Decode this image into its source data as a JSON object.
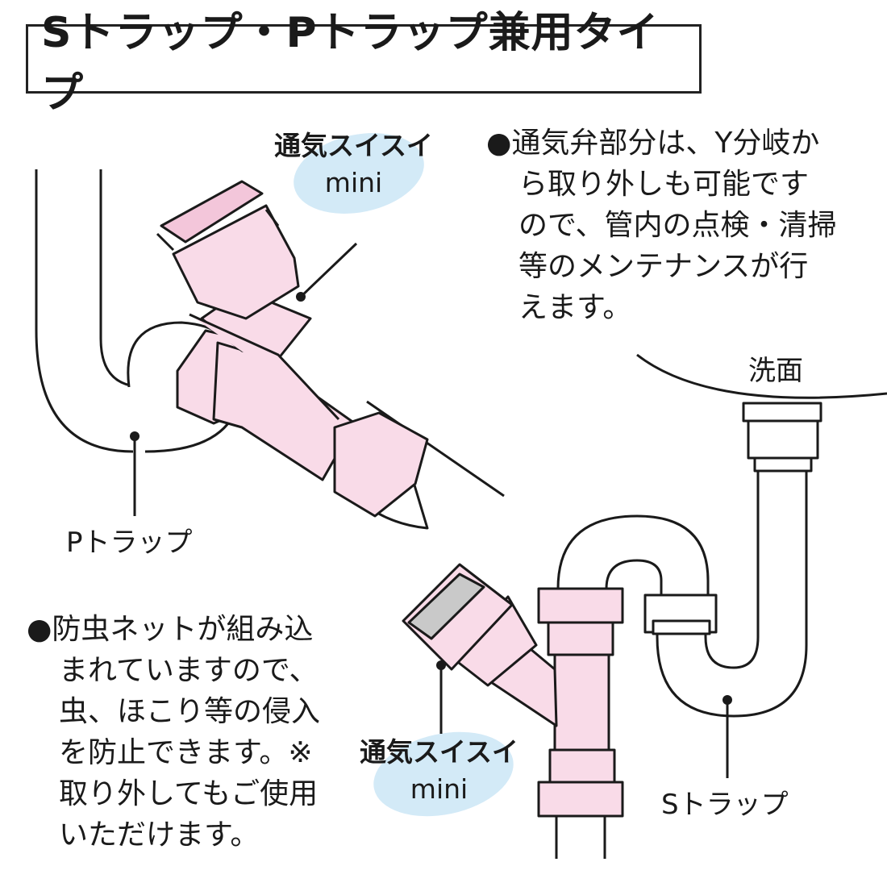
{
  "title": "Sトラップ・Pトラップ兼用タイプ",
  "product_label_top": {
    "name": "通気スイスイ",
    "sub": "mini"
  },
  "product_label_bottom": {
    "name": "通気スイスイ",
    "sub": "mini"
  },
  "note_top_right": [
    "●通気弁部分は、Y分岐か",
    "ら取り外しも可能です",
    "ので、管内の点検・清掃",
    "等のメンテナンスが行",
    "えます。"
  ],
  "note_left": [
    "●防虫ネットが組み込",
    "まれていますので、",
    "虫、ほこり等の侵入",
    "を防止できます。※",
    "取り外してもご使用",
    "いただけます。"
  ],
  "labels": {
    "basin": "洗面",
    "p_trap": "Pトラップ",
    "s_trap": "Sトラップ"
  },
  "colors": {
    "fitting_pink": "#f9dbe8",
    "label_blue": "#d3eaf7",
    "outline": "#1a1a1a"
  }
}
